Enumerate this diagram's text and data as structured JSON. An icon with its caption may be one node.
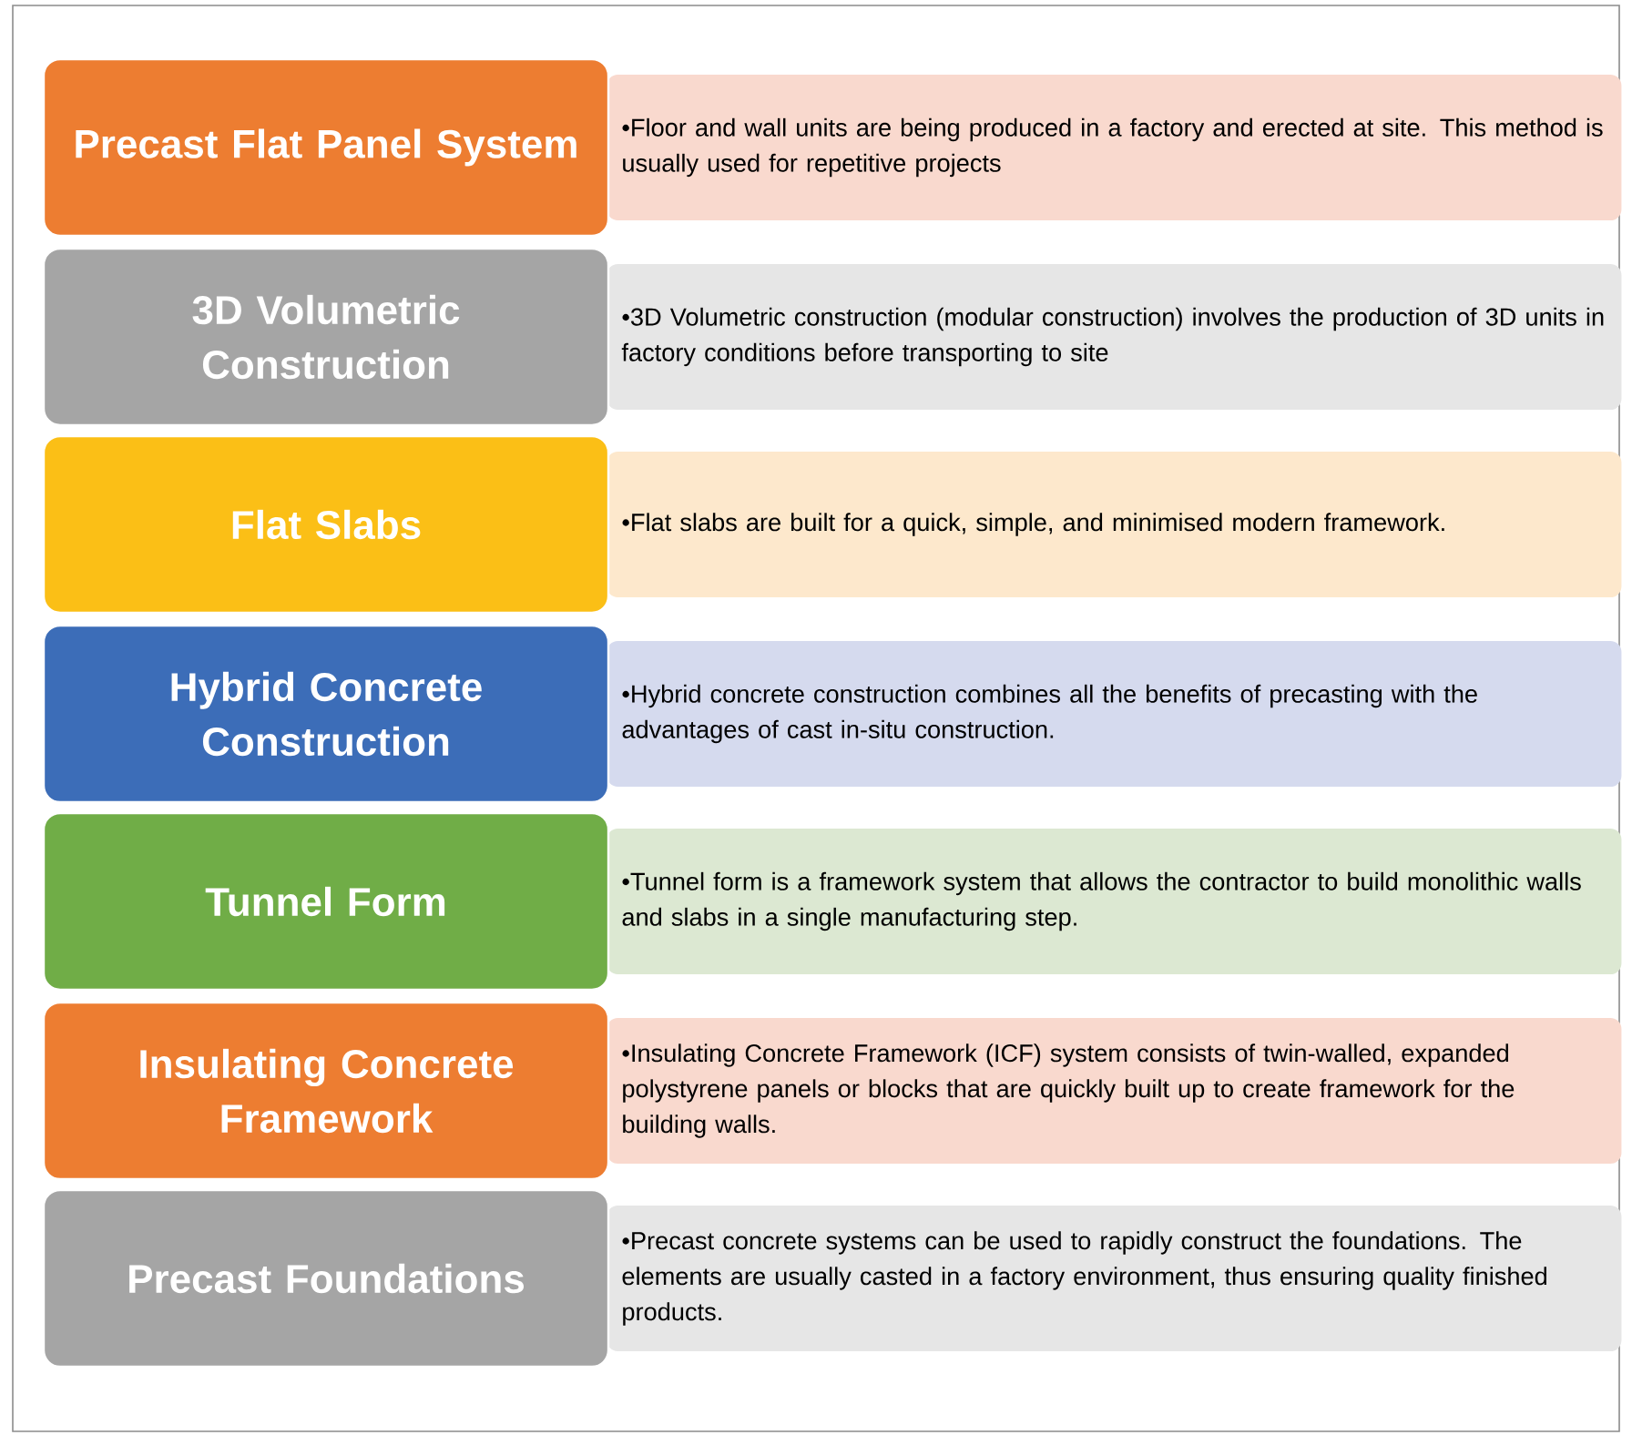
{
  "diagram": {
    "nodes": [
      {
        "text": [
          "Precast Flat Panel System"
        ]
      },
      {
        "text": [
          "•Floor and wall units are being produced in a factory and erected at site. This method is usually used for repetitive projects"
        ]
      },
      {
        "text": [
          "3D Volumetric Construction"
        ]
      },
      {
        "text": [
          "•3D Volumetric construction (modular construction) involves the production of 3D units in factory conditions before transporting to site"
        ]
      },
      {
        "text": [
          "Flat Slabs"
        ]
      },
      {
        "text": [
          "•Flat slabs are built for a quick, simple, and minimised modern framework."
        ]
      },
      {
        "text": [
          "Hybrid Concrete Construction"
        ]
      },
      {
        "text": [
          "•Hybrid concrete construction combines all the benefits of precasting with the advantages of cast in-situ construction."
        ]
      },
      {
        "text": [
          "Tunnel Form"
        ]
      },
      {
        "text": [
          "•Tunnel form is a framework system that allows the contractor to build monolithic walls and slabs in a single manufacturing step."
        ]
      },
      {
        "text": [
          "Insulating Concrete Framework"
        ]
      },
      {
        "text": [
          "•Insulating Concrete Framework (ICF) system consists of twin-walled, expanded polystyrene panels or blocks that are quickly built up to create framework for the building walls."
        ]
      },
      {
        "text": [
          "Precast Foundations"
        ]
      },
      {
        "text": [
          "•Precast concrete systems can be used to rapidly construct the foundations. The elements are usually casted in a factory environment, thus ensuring quality finished products."
        ]
      }
    ]
  }
}
